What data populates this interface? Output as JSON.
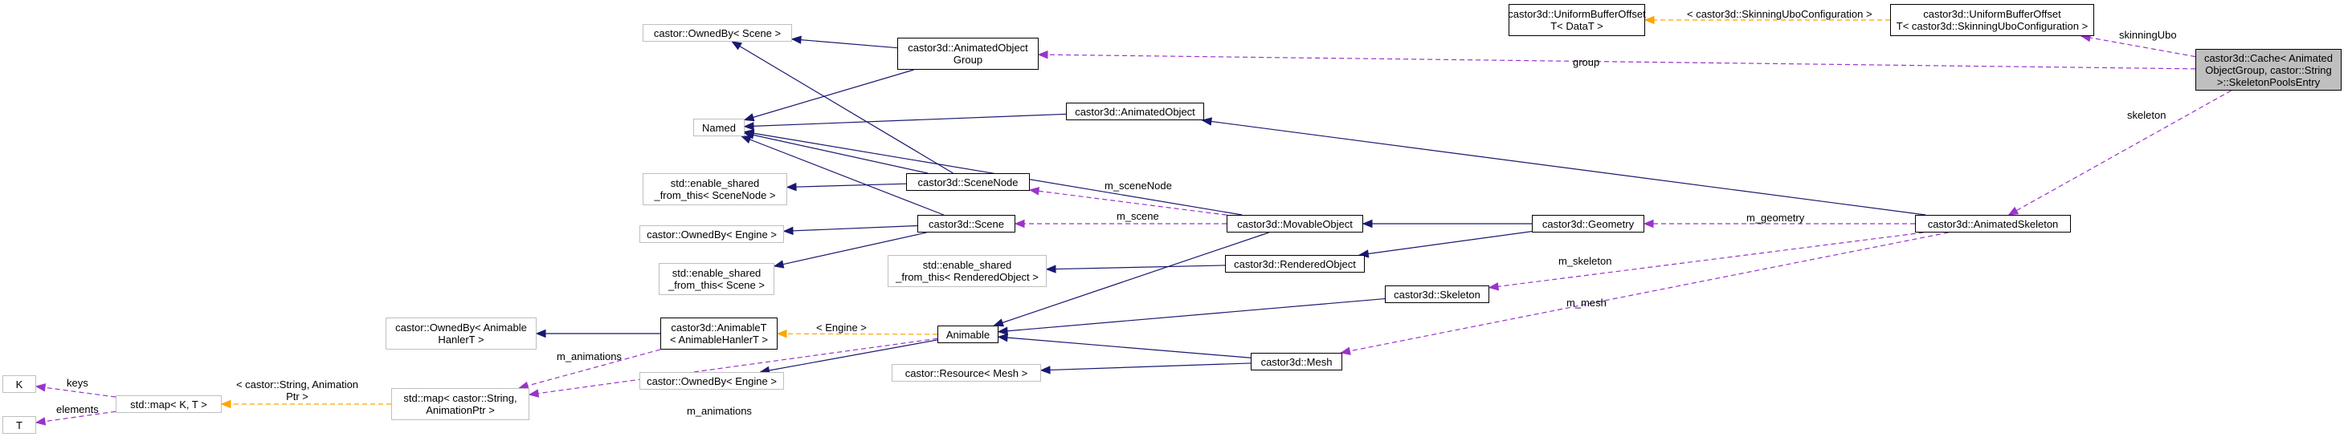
{
  "colors": {
    "inheritance": "#191970",
    "usage": "#9a32cd",
    "template": "#ffa500",
    "external_border": "#bfbfbf",
    "focus_fill": "#bfbfbf"
  },
  "nodes": {
    "cache_entry": {
      "lines": [
        "castor3d::Cache< Animated",
        "ObjectGroup, castor::String",
        ">::SkeletonPoolsEntry"
      ]
    },
    "ubo_offset_skinning": {
      "lines": [
        "castor3d::UniformBufferOffset",
        "T< castor3d::SkinningUboConfiguration >"
      ]
    },
    "ubo_offset_template": {
      "lines": [
        "castor3d::UniformBufferOffset",
        "T< DataT >"
      ]
    },
    "animated_object_group": {
      "lines": [
        "castor3d::AnimatedObject",
        "Group"
      ]
    },
    "owned_by_scene": {
      "lines": [
        "castor::OwnedBy< Scene >"
      ]
    },
    "named": {
      "lines": [
        "Named"
      ]
    },
    "animated_object": {
      "lines": [
        "castor3d::AnimatedObject"
      ]
    },
    "esft_scene_node": {
      "lines": [
        "std::enable_shared",
        "_from_this< SceneNode >"
      ]
    },
    "scene_node": {
      "lines": [
        "castor3d::SceneNode"
      ]
    },
    "owned_by_engine_1": {
      "lines": [
        "castor::OwnedBy< Engine >"
      ]
    },
    "scene": {
      "lines": [
        "castor3d::Scene"
      ]
    },
    "esft_scene": {
      "lines": [
        "std::enable_shared",
        "_from_this< Scene >"
      ]
    },
    "movable_object": {
      "lines": [
        "castor3d::MovableObject"
      ]
    },
    "esft_rendered_object": {
      "lines": [
        "std::enable_shared",
        "_from_this< RenderedObject >"
      ]
    },
    "rendered_object": {
      "lines": [
        "castor3d::RenderedObject"
      ]
    },
    "geometry": {
      "lines": [
        "castor3d::Geometry"
      ]
    },
    "animated_skeleton": {
      "lines": [
        "castor3d::AnimatedSkeleton"
      ]
    },
    "skeleton": {
      "lines": [
        "castor3d::Skeleton"
      ]
    },
    "owned_by_animable": {
      "lines": [
        "castor::OwnedBy< Animable",
        "HanlerT >"
      ]
    },
    "animable_t": {
      "lines": [
        "castor3d::AnimableT",
        "< AnimableHanlerT >"
      ]
    },
    "animable": {
      "lines": [
        "Animable"
      ]
    },
    "owned_by_engine_2": {
      "lines": [
        "castor::OwnedBy< Engine >"
      ]
    },
    "resource_mesh": {
      "lines": [
        "castor::Resource< Mesh >"
      ]
    },
    "mesh": {
      "lines": [
        "castor3d::Mesh"
      ]
    },
    "map_string_animation": {
      "lines": [
        "std::map< castor::String,",
        "AnimationPtr >"
      ]
    },
    "map_kt": {
      "lines": [
        "std::map< K, T >"
      ]
    },
    "k": {
      "lines": [
        "K"
      ]
    },
    "t": {
      "lines": [
        "T"
      ]
    }
  },
  "edge_labels": {
    "group": "group",
    "skinningUbo": "skinningUbo",
    "skinning_ubo_config": "< castor3d::SkinningUboConfiguration >",
    "skeleton": "skeleton",
    "m_sceneNode": "m_sceneNode",
    "m_scene": "m_scene",
    "m_geometry": "m_geometry",
    "m_skeleton": "m_skeleton",
    "m_mesh": "m_mesh",
    "engine": "< Engine >",
    "m_animations_1": "m_animations",
    "m_animations_2": "m_animations",
    "string_animation_ptr": "< castor::String, Animation\nPtr >",
    "keys": "keys",
    "elements": "elements"
  },
  "edges": [
    {
      "from": "animated_object_group",
      "to": "owned_by_scene",
      "kind": "inheritance"
    },
    {
      "from": "animated_object_group",
      "to": "named",
      "kind": "inheritance"
    },
    {
      "from": "animated_object",
      "to": "named",
      "kind": "inheritance"
    },
    {
      "from": "scene_node",
      "to": "named",
      "kind": "inheritance"
    },
    {
      "from": "scene_node",
      "to": "esft_scene_node",
      "kind": "inheritance"
    },
    {
      "from": "scene_node",
      "to": "owned_by_scene",
      "kind": "inheritance"
    },
    {
      "from": "scene",
      "to": "named",
      "kind": "inheritance"
    },
    {
      "from": "scene",
      "to": "owned_by_engine_1",
      "kind": "inheritance"
    },
    {
      "from": "scene",
      "to": "esft_scene",
      "kind": "inheritance"
    },
    {
      "from": "movable_object",
      "to": "named",
      "kind": "inheritance"
    },
    {
      "from": "movable_object",
      "to": "animable",
      "kind": "inheritance"
    },
    {
      "from": "geometry",
      "to": "movable_object",
      "kind": "inheritance"
    },
    {
      "from": "geometry",
      "to": "rendered_object",
      "kind": "inheritance"
    },
    {
      "from": "rendered_object",
      "to": "esft_rendered_object",
      "kind": "inheritance"
    },
    {
      "from": "animated_skeleton",
      "to": "animated_object",
      "kind": "inheritance"
    },
    {
      "from": "skeleton",
      "to": "animable",
      "kind": "inheritance"
    },
    {
      "from": "mesh",
      "to": "animable",
      "kind": "inheritance"
    },
    {
      "from": "mesh",
      "to": "resource_mesh",
      "kind": "inheritance"
    },
    {
      "from": "animable_t",
      "to": "owned_by_animable",
      "kind": "inheritance"
    },
    {
      "from": "animable",
      "to": "animable_t",
      "kind": "template",
      "label": "engine"
    },
    {
      "from": "animable",
      "to": "owned_by_engine_2",
      "kind": "inheritance"
    },
    {
      "from": "map_string_animation",
      "to": "map_kt",
      "kind": "template",
      "label": "string_animation_ptr"
    },
    {
      "from": "ubo_offset_skinning",
      "to": "ubo_offset_template",
      "kind": "template",
      "label": "skinning_ubo_config"
    },
    {
      "from": "map_kt",
      "to": "k",
      "kind": "usage",
      "label": "keys"
    },
    {
      "from": "map_kt",
      "to": "t",
      "kind": "usage",
      "label": "elements"
    },
    {
      "from": "cache_entry",
      "to": "animated_object_group",
      "kind": "usage",
      "label": "group"
    },
    {
      "from": "cache_entry",
      "to": "ubo_offset_skinning",
      "kind": "usage",
      "label": "skinningUbo"
    },
    {
      "from": "cache_entry",
      "to": "animated_skeleton",
      "kind": "usage",
      "label": "skeleton"
    },
    {
      "from": "movable_object",
      "to": "scene_node",
      "kind": "usage",
      "label": "m_sceneNode"
    },
    {
      "from": "movable_object",
      "to": "scene",
      "kind": "usage",
      "label": "m_scene"
    },
    {
      "from": "animated_skeleton",
      "to": "geometry",
      "kind": "usage",
      "label": "m_geometry"
    },
    {
      "from": "animated_skeleton",
      "to": "skeleton",
      "kind": "usage",
      "label": "m_skeleton"
    },
    {
      "from": "animated_skeleton",
      "to": "mesh",
      "kind": "usage",
      "label": "m_mesh"
    },
    {
      "from": "animable_t",
      "to": "map_string_animation",
      "kind": "usage",
      "label": "m_animations_1"
    },
    {
      "from": "animable",
      "to": "map_string_animation",
      "kind": "usage",
      "label": "m_animations_2"
    }
  ]
}
